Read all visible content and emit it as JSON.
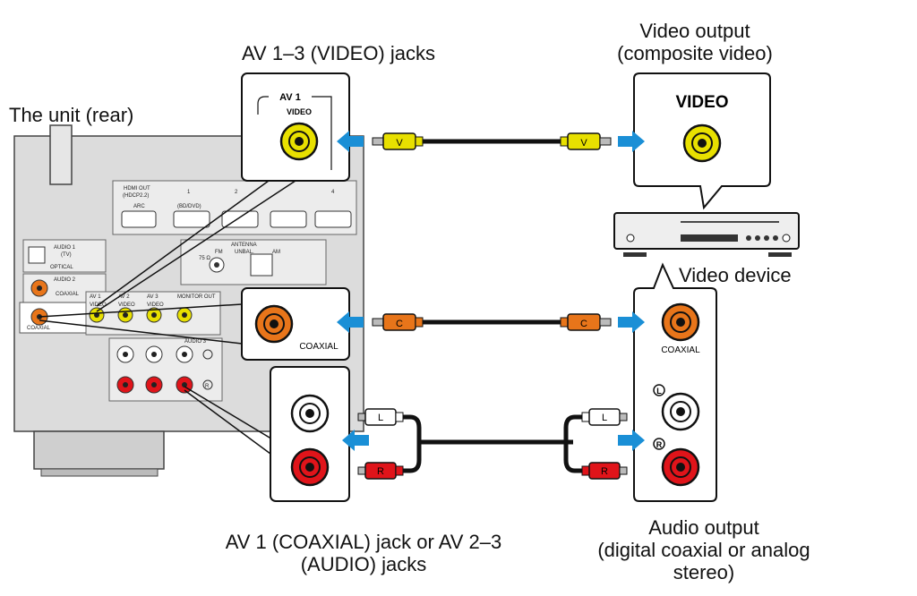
{
  "labels": {
    "av13_video_jacks": "AV 1–3 (VIDEO) jacks",
    "unit_rear": "The unit (rear)",
    "video_output_line1": "Video output",
    "video_output_line2": "(composite video)",
    "video_device": "Video device",
    "av_coaxial_audio_line1": "AV 1 (COAXIAL) jack or AV 2–3",
    "av_coaxial_audio_line2": "(AUDIO) jacks",
    "audio_output_line1": "Audio output",
    "audio_output_line2": "(digital coaxial or analog",
    "audio_output_line3": "stereo)"
  },
  "panel_labels": {
    "hdmi_out": "HDMI OUT",
    "hdmi_out_sub": "(HDCP2.2)",
    "arc": "ARC",
    "hdmi_1": "1",
    "hdmi_2": "2",
    "hdmi_4": "4",
    "bd_dvd": "(BD/DVD)",
    "antenna": "ANTENNA",
    "fm": "FM",
    "am": "AM",
    "ohm": "75 Ω",
    "unbal": "UNBAL.",
    "audio1": "AUDIO 1",
    "tv": "(TV)",
    "optical": "OPTICAL",
    "audio2": "AUDIO 2",
    "coaxial_small": "COAXIAL",
    "av1": "AV 1",
    "av2": "AV 2",
    "av3": "AV 3",
    "video_small": "VIDEO",
    "monitor_out": "MONITOR OUT",
    "audio3": "AUDIO 3",
    "r_mark": "R"
  },
  "callouts": {
    "av1": "AV 1",
    "video": "VIDEO",
    "coaxial": "COAXIAL",
    "device_video": "VIDEO",
    "device_coaxial": "COAXIAL",
    "l_mark": "L",
    "r_mark": "R"
  },
  "plugs": {
    "video_left": "V",
    "video_right": "V",
    "coax_left": "C",
    "coax_right": "C",
    "audio_l_left": "L",
    "audio_r_left": "R",
    "audio_l_right": "L",
    "audio_r_right": "R"
  },
  "colors": {
    "arrow": "#1a8fd6",
    "video_jack": "#e8e000",
    "coax_jack": "#e8751a",
    "audio_r_jack": "#e0141a",
    "audio_l_jack": "#ffffff",
    "cable": "#111111",
    "panel": "#d9d9d9"
  }
}
